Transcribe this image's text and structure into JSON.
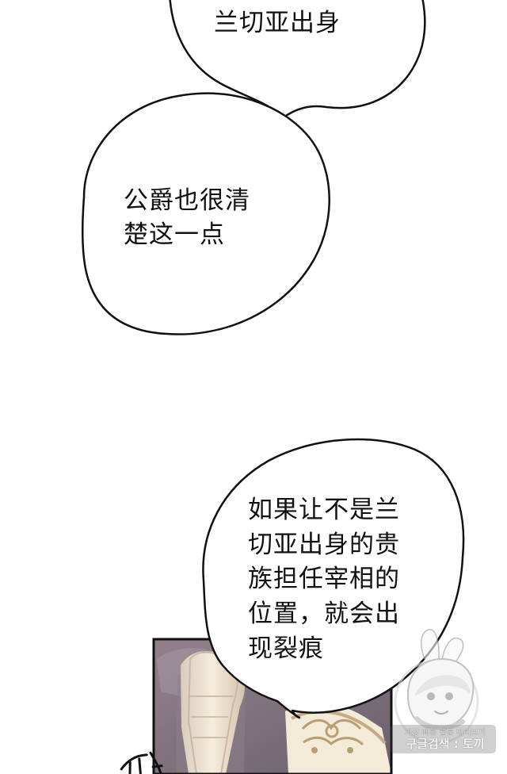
{
  "speech_bubbles": [
    {
      "text": "兰切亚出身"
    },
    {
      "text": "公爵也很清\n楚这一点"
    },
    {
      "text": "如果让不是兰\n切亚出身的贵\n族担任宰相的\n位置，就会出\n现裂痕"
    }
  ],
  "sfx_text": "팔",
  "watermark": {
    "line1": "가장 빠른 웹툰 미리보기",
    "line2": "구글검색 : 토끼"
  },
  "colors": {
    "page_background": "#ffffff",
    "ink": "#111111",
    "panel_wall": "#7b6c76",
    "panel_trim": "#f1e7d2",
    "gold_ornament": "#b99d73"
  }
}
